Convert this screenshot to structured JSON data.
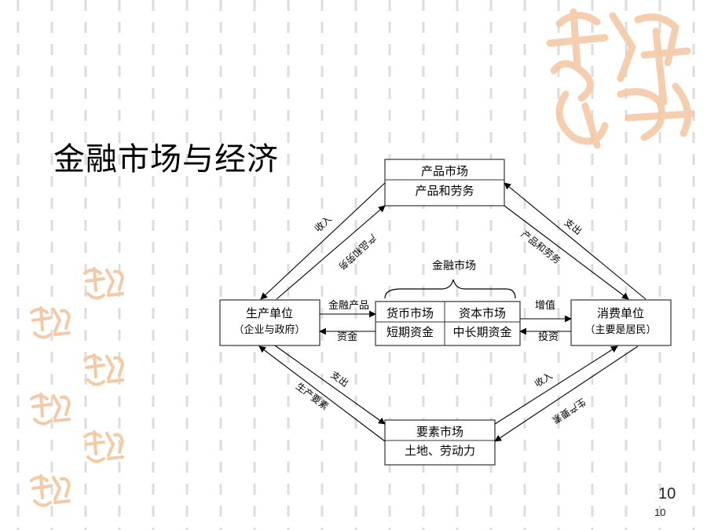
{
  "slide": {
    "title": "金融市场与经济",
    "page_number": "10",
    "page_number_small": "10"
  },
  "diagram": {
    "product_market": {
      "title": "产品市场",
      "subtitle": "产品和劳务"
    },
    "factor_market": {
      "title": "要素市场",
      "subtitle": "土地、劳动力"
    },
    "producers": {
      "title": "生产单位",
      "subtitle": "（企业与政府）"
    },
    "consumers": {
      "title": "消费单位",
      "subtitle": "（主要是居民）"
    },
    "financial_market": {
      "label": "金融市场",
      "money_market": {
        "title": "货币市场",
        "subtitle": "短期资金"
      },
      "capital_market": {
        "title": "资本市场",
        "subtitle": "中长期资金"
      }
    },
    "flows": {
      "financial_products": "金融产品",
      "funds": "资金",
      "appreciation": "增值",
      "investment": "投资",
      "income_top": "收入",
      "goods_services_left": "产品和劳务",
      "goods_services_right": "产品和劳务",
      "expenditure_top": "支出",
      "expenditure_bottom": "支出",
      "factors_left": "生产要素",
      "income_bottom": "收入",
      "factors_right": "生产要素"
    }
  },
  "decor": {
    "watermark_color": "#f3c9a6",
    "dash_color": "#dddddd"
  }
}
